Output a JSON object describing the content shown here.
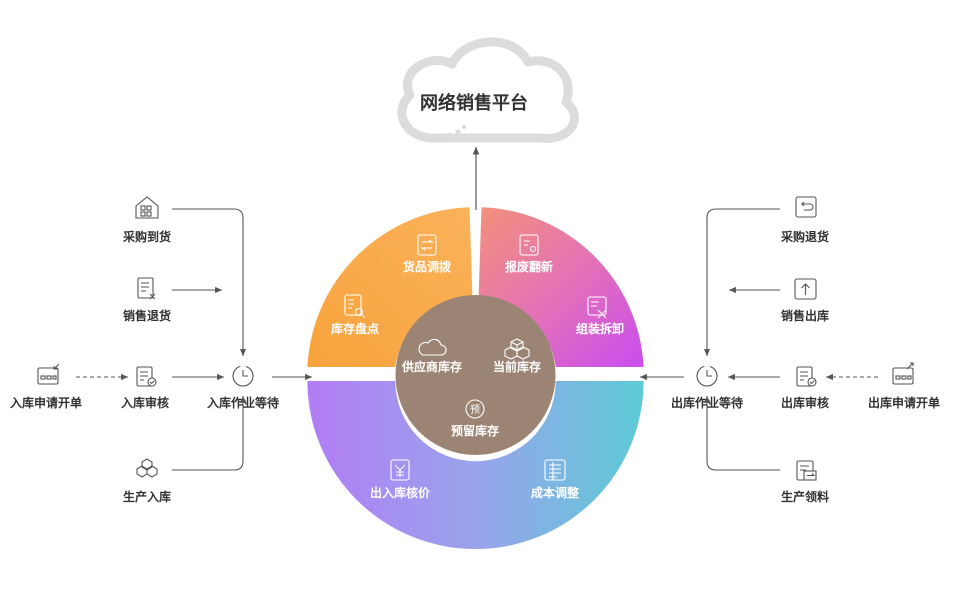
{
  "cloud": {
    "title": "网络销售平台"
  },
  "wheel": {
    "segments": {
      "goods_transfer": "货品调拨",
      "inventory_check": "库存盘点",
      "damage_refurbish": "报废翻新",
      "assembly_disassembly": "组装拆卸",
      "inbound_costing": "出入库核价",
      "cost_adjustment": "成本调整"
    },
    "center": {
      "supplier_stock": "供应商库存",
      "current_stock": "当前库存",
      "reserved_stock": "预留库存",
      "reserved_glyph": "预"
    },
    "colors": {
      "orange_start": "#f5a43a",
      "pink_start": "#f0857a",
      "magenta_end": "#c94df0",
      "purple_start": "#b27cf5",
      "teal_end": "#5ccad6",
      "center_fill": "#9b8473"
    }
  },
  "left": {
    "purchase_arrival": "采购到货",
    "sales_return": "销售退货",
    "inbound_request": "入库申请开单",
    "inbound_review": "入库审核",
    "inbound_wait": "入库作业等待",
    "production_inbound": "生产入库"
  },
  "right": {
    "purchase_return": "采购退货",
    "sales_outbound": "销售出库",
    "outbound_request": "出库申请开单",
    "outbound_review": "出库审核",
    "outbound_wait": "出库作业等待",
    "production_material": "生产领料"
  }
}
